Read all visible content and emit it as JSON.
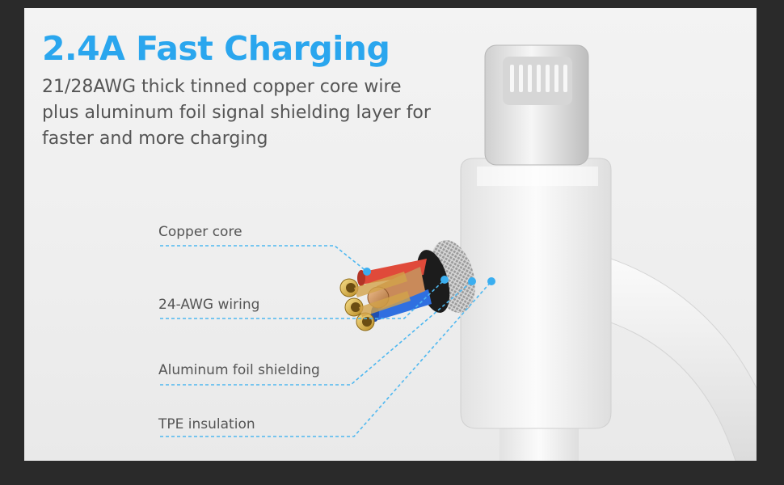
{
  "headline": "2.4A Fast Charging",
  "description": [
    "21/28AWG thick tinned copper core wire",
    "plus aluminum foil signal shielding layer for",
    "faster and more charging"
  ],
  "callouts": [
    {
      "label": "Copper core"
    },
    {
      "label": "24-AWG wiring"
    },
    {
      "label": "Aluminum foil shielding"
    },
    {
      "label": "TPE insulation"
    }
  ],
  "colors": {
    "accent": "#2aa6ee",
    "text": "#555555",
    "callout_line": "#4fb8f0",
    "frame": "#2a2a2a"
  }
}
